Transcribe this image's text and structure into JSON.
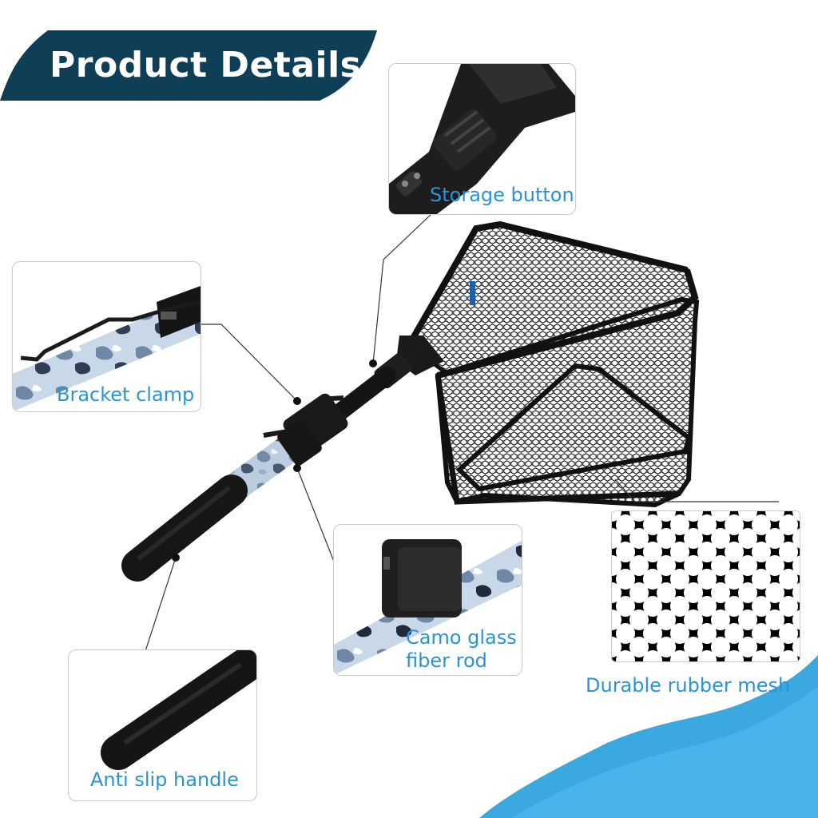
{
  "header": {
    "title": "Product Details"
  },
  "callouts": {
    "storage_button": "Storage button",
    "bracket_clamp": "Bracket clamp",
    "camo_rod_line1": "Camo glass",
    "camo_rod_line2": "fiber rod",
    "rubber_mesh": "Durable rubber mesh",
    "anti_slip_handle": "Anti slip handle"
  },
  "colors": {
    "banner": "#0f3f57",
    "label_text": "#2a93d8",
    "wave": "#3aa9e0",
    "net": "#111111"
  },
  "icons": [
    "landing-net-illustration",
    "storage-button-closeup",
    "bracket-clamp-closeup",
    "camo-rod-closeup",
    "rubber-mesh-closeup",
    "handle-closeup"
  ]
}
